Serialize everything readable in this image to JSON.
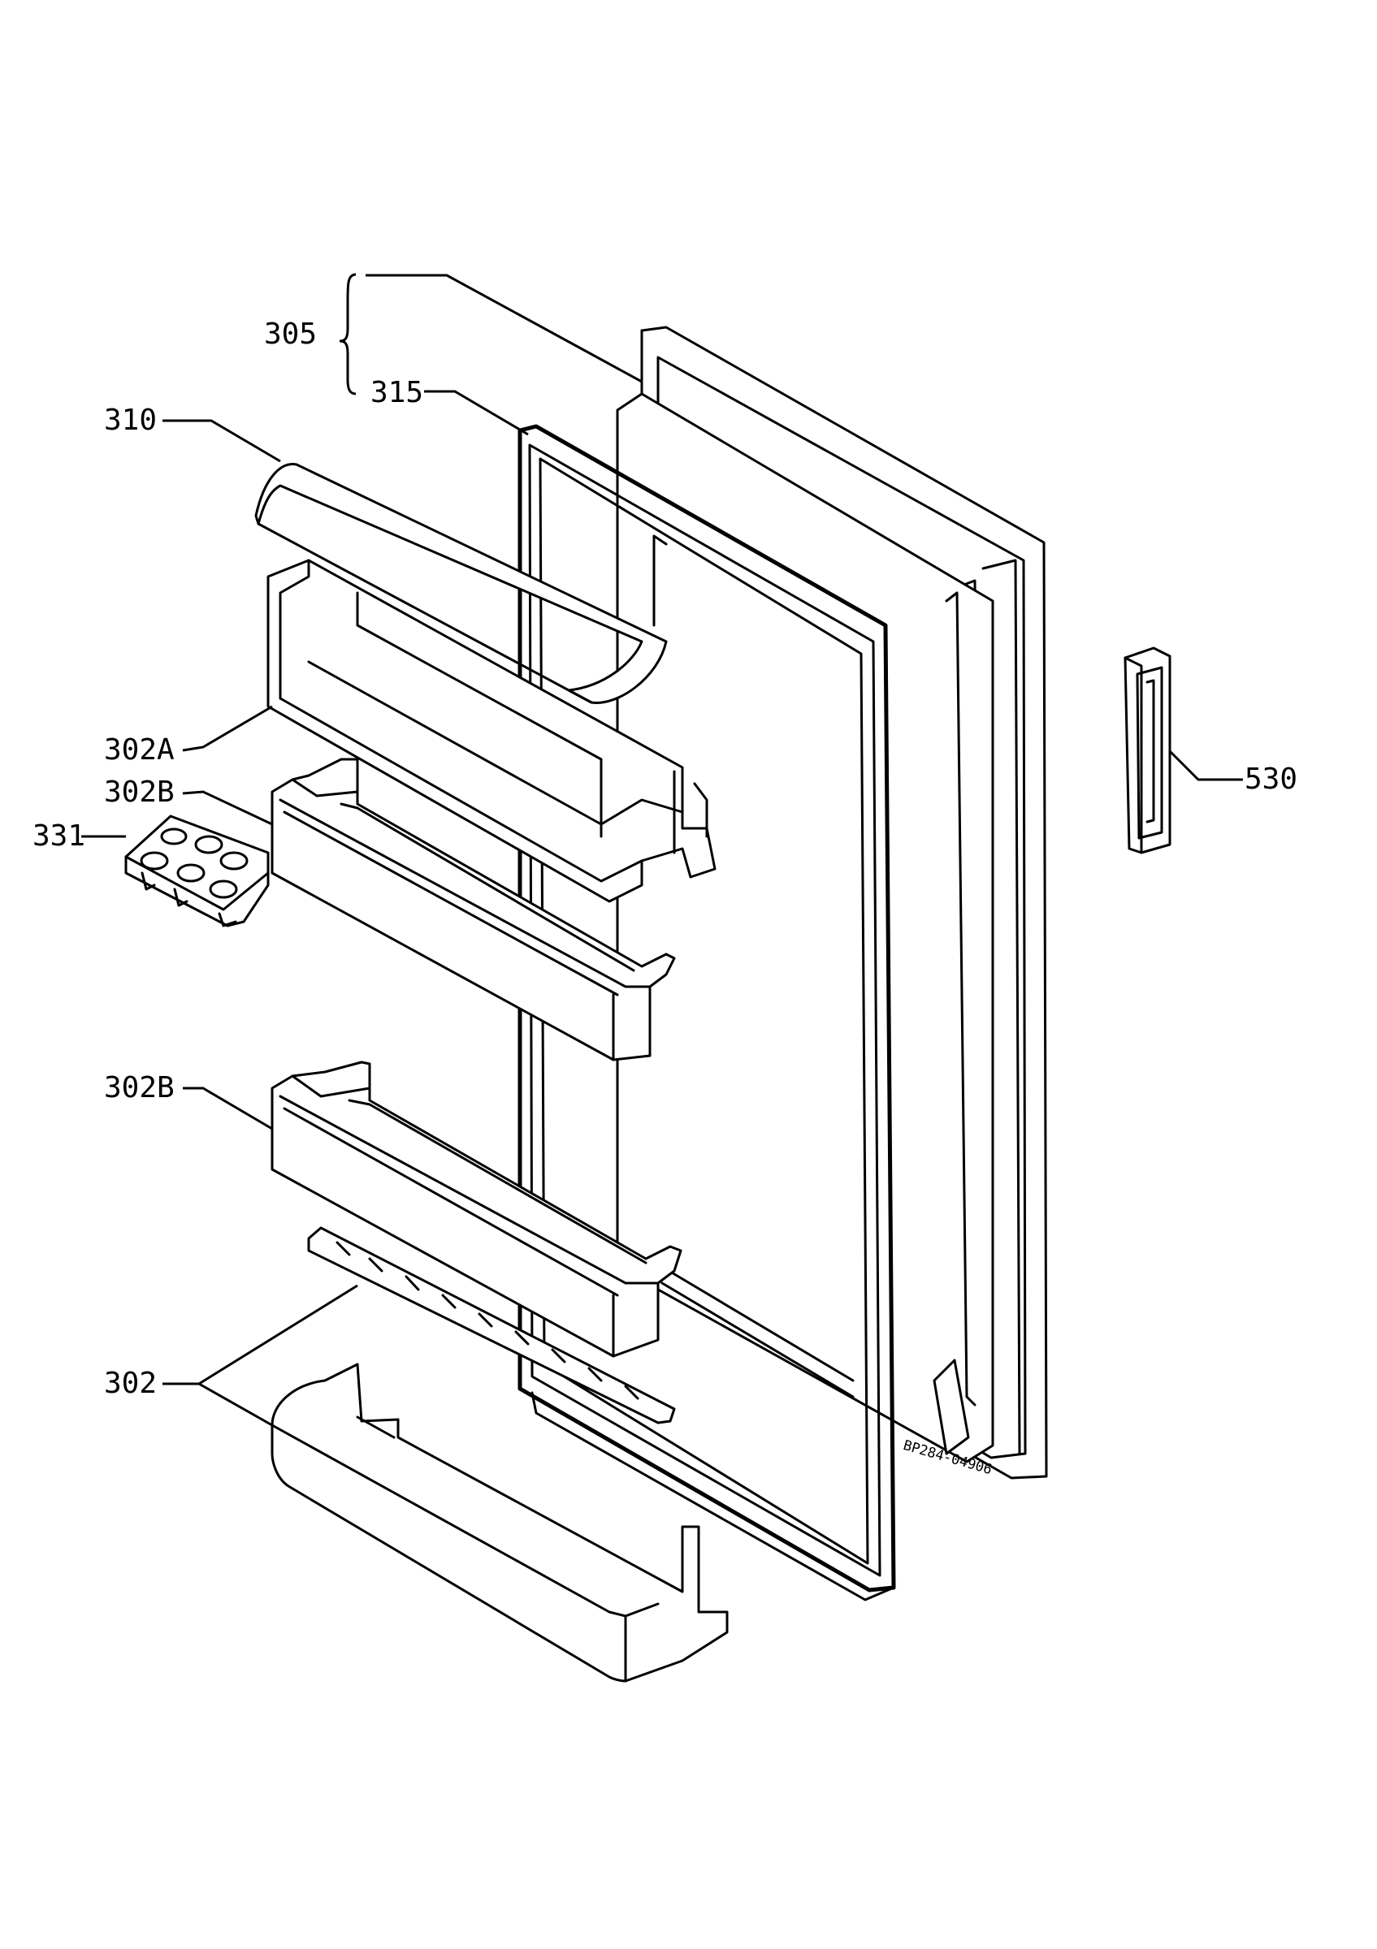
{
  "diagram": {
    "labels": {
      "l305": "305",
      "l315": "315",
      "l310": "310",
      "l302A": "302A",
      "l302B_top": "302B",
      "l331": "331",
      "l302B_mid": "302B",
      "l302": "302",
      "l530": "530"
    },
    "drawing_code": "BP284-04906"
  }
}
